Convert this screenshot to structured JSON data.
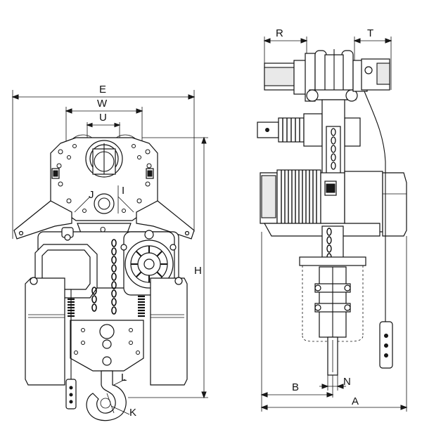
{
  "figure": {
    "front_view": {
      "dimension_labels": {
        "E": "E",
        "W": "W",
        "U": "U",
        "J": "J",
        "I": "I",
        "H": "H",
        "L": "L",
        "K": "K"
      }
    },
    "side_view": {
      "dimension_labels": {
        "R": "R",
        "T": "T",
        "B": "B",
        "N": "N",
        "A": "A"
      }
    }
  }
}
